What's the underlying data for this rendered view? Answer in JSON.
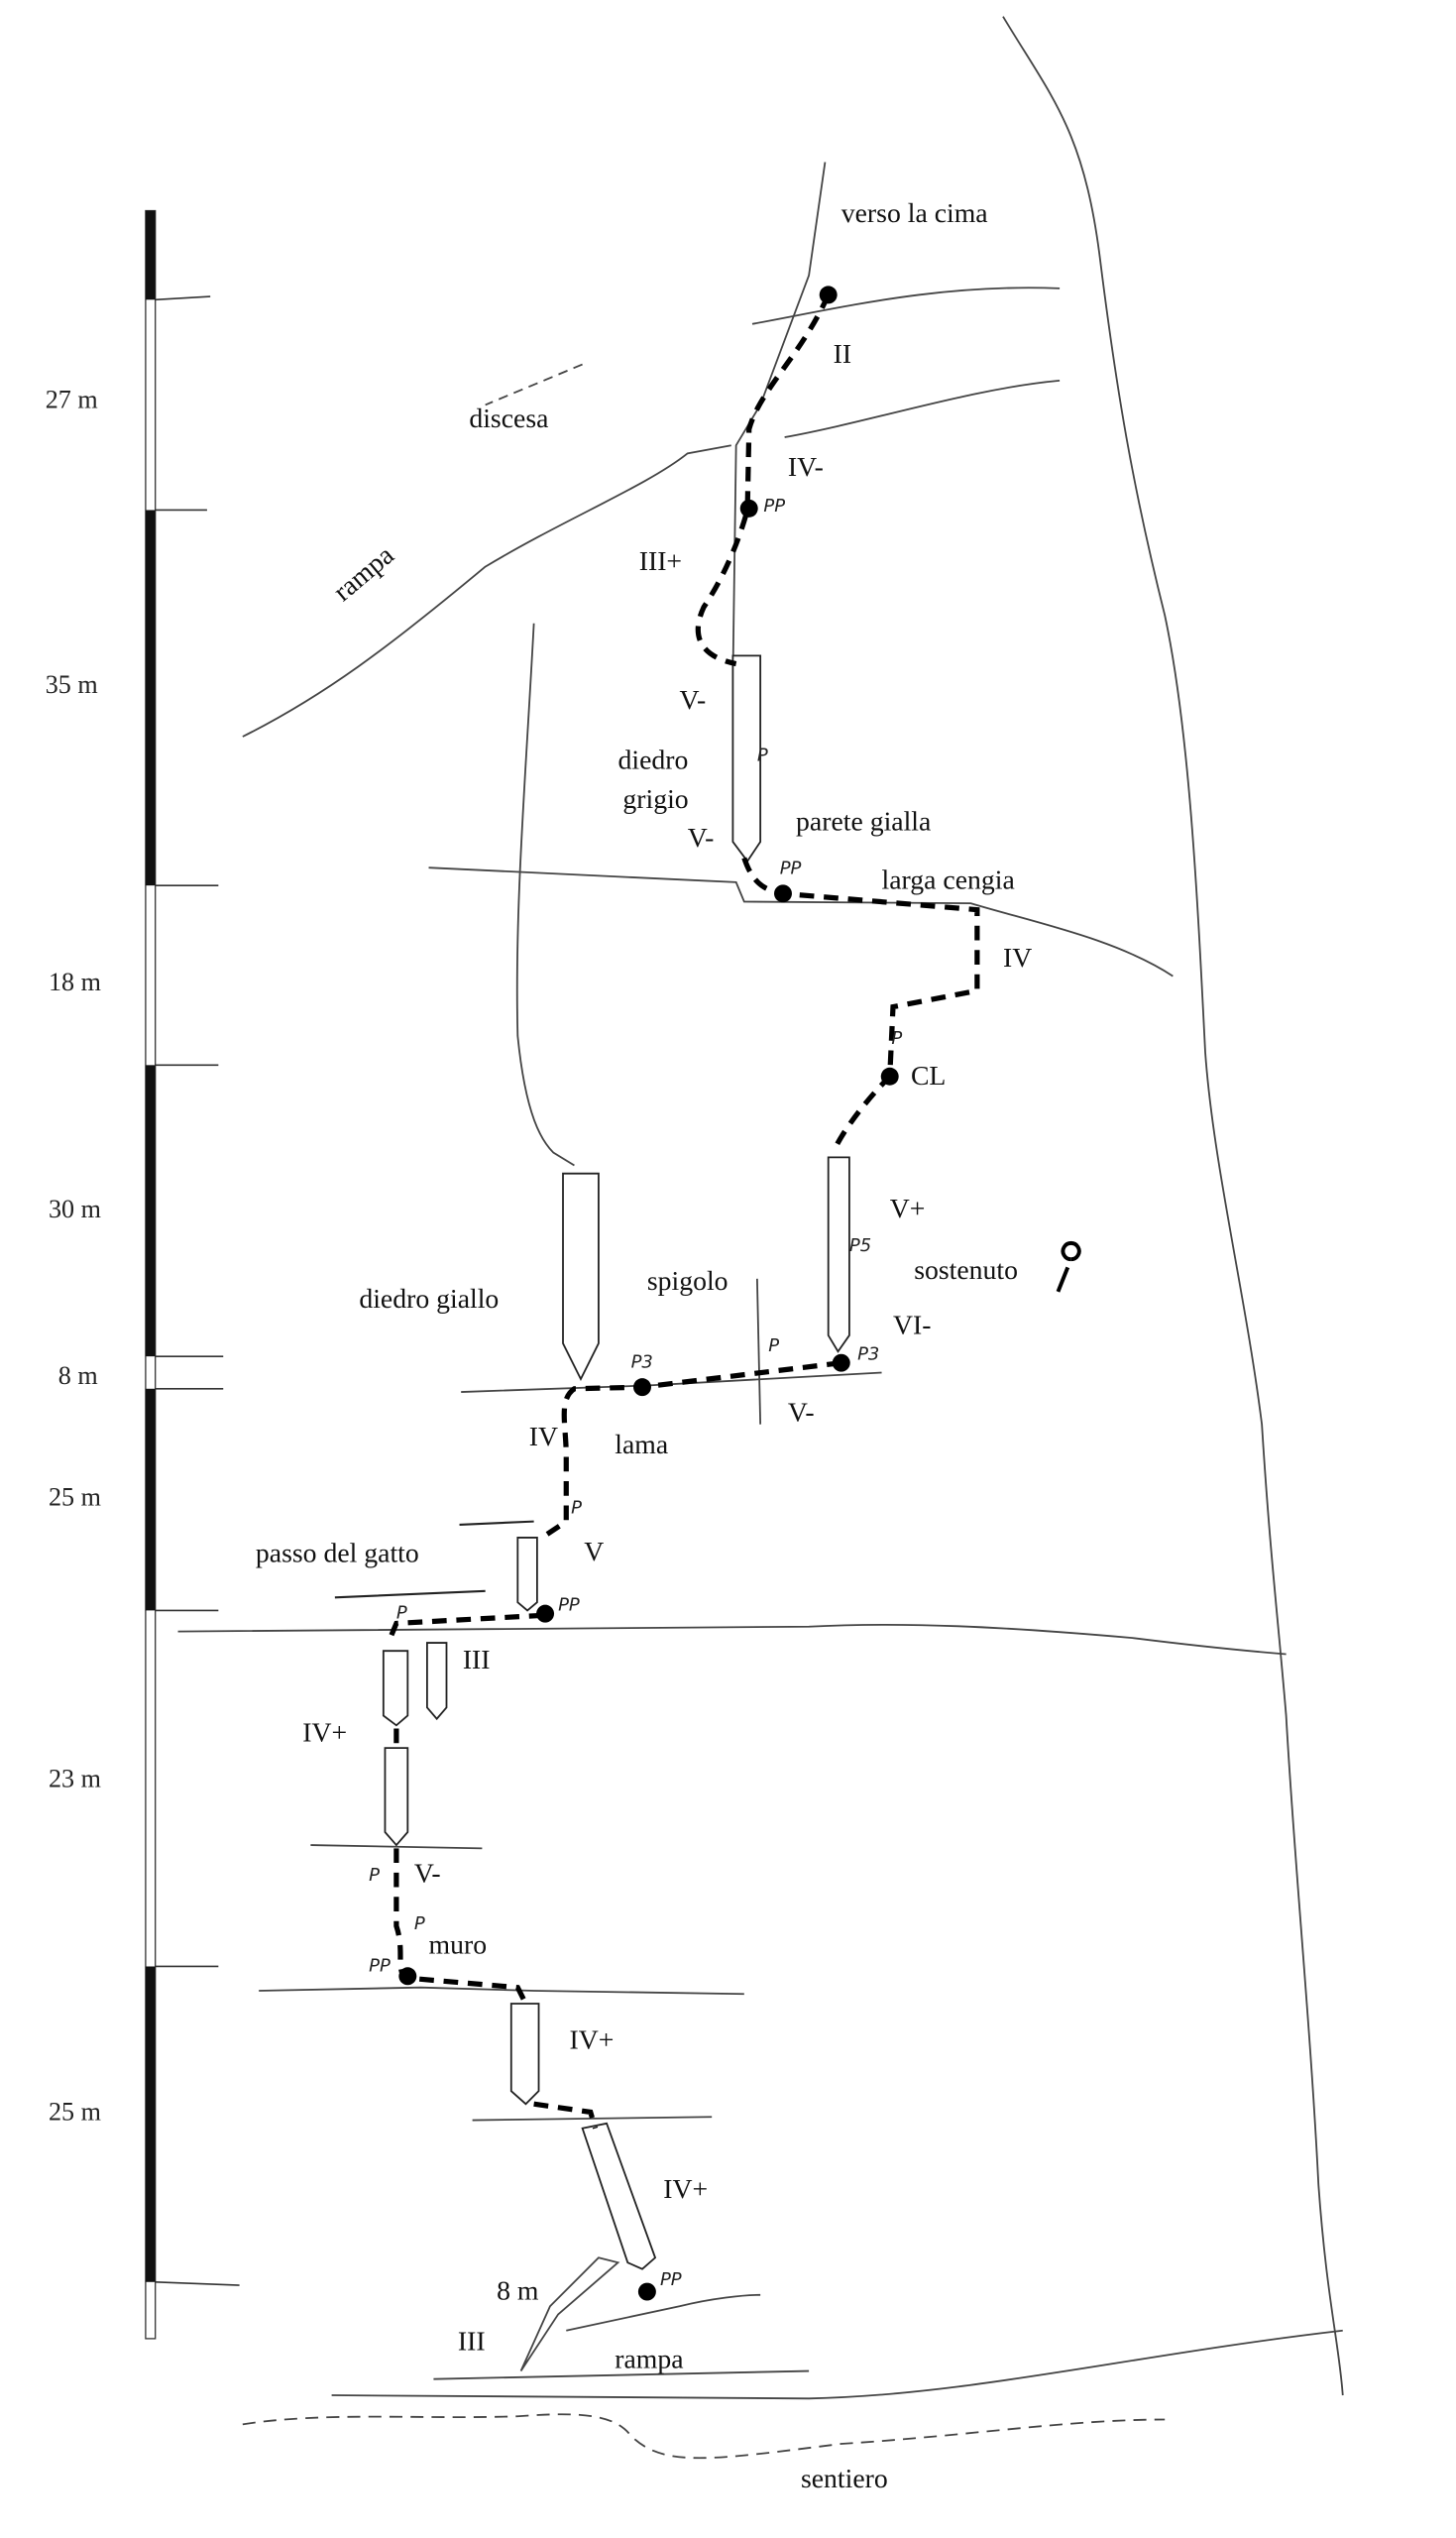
{
  "scale": {
    "segments": [
      "27 m",
      "35 m",
      "18 m",
      "30 m",
      "8 m",
      "25 m",
      "23 m",
      "25 m"
    ]
  },
  "labels": {
    "verso_la_cima": "verso la cima",
    "II": "II",
    "discesa": "discesa",
    "IV_minus_top": "IV-",
    "rampa_top": "rampa",
    "III_plus": "III+",
    "V_minus_1": "V-",
    "diedro": "diedro",
    "grigio": "grigio",
    "parete_gialla": "parete gialla",
    "V_minus_2": "V-",
    "larga_cengia": "larga cengia",
    "IV_1": "IV",
    "CL": "CL",
    "V_plus": "V+",
    "sostenuto": "sostenuto",
    "spigolo": "spigolo",
    "diedro_giallo": "diedro giallo",
    "VI_minus": "VI-",
    "V_minus_3": "V-",
    "IV_2": "IV",
    "lama": "lama",
    "passo_del_gatto": "passo del gatto",
    "V": "V",
    "III_1": "III",
    "IV_plus_1": "IV+",
    "V_minus_4": "V-",
    "muro": "muro",
    "IV_plus_2": "IV+",
    "IV_plus_3": "IV+",
    "eight_m": "8 m",
    "III_2": "III",
    "rampa_bottom": "rampa",
    "sentiero": "sentiero"
  },
  "protection": {
    "pp": "PP",
    "p3": "P3",
    "p5": "P5",
    "p": "P"
  }
}
